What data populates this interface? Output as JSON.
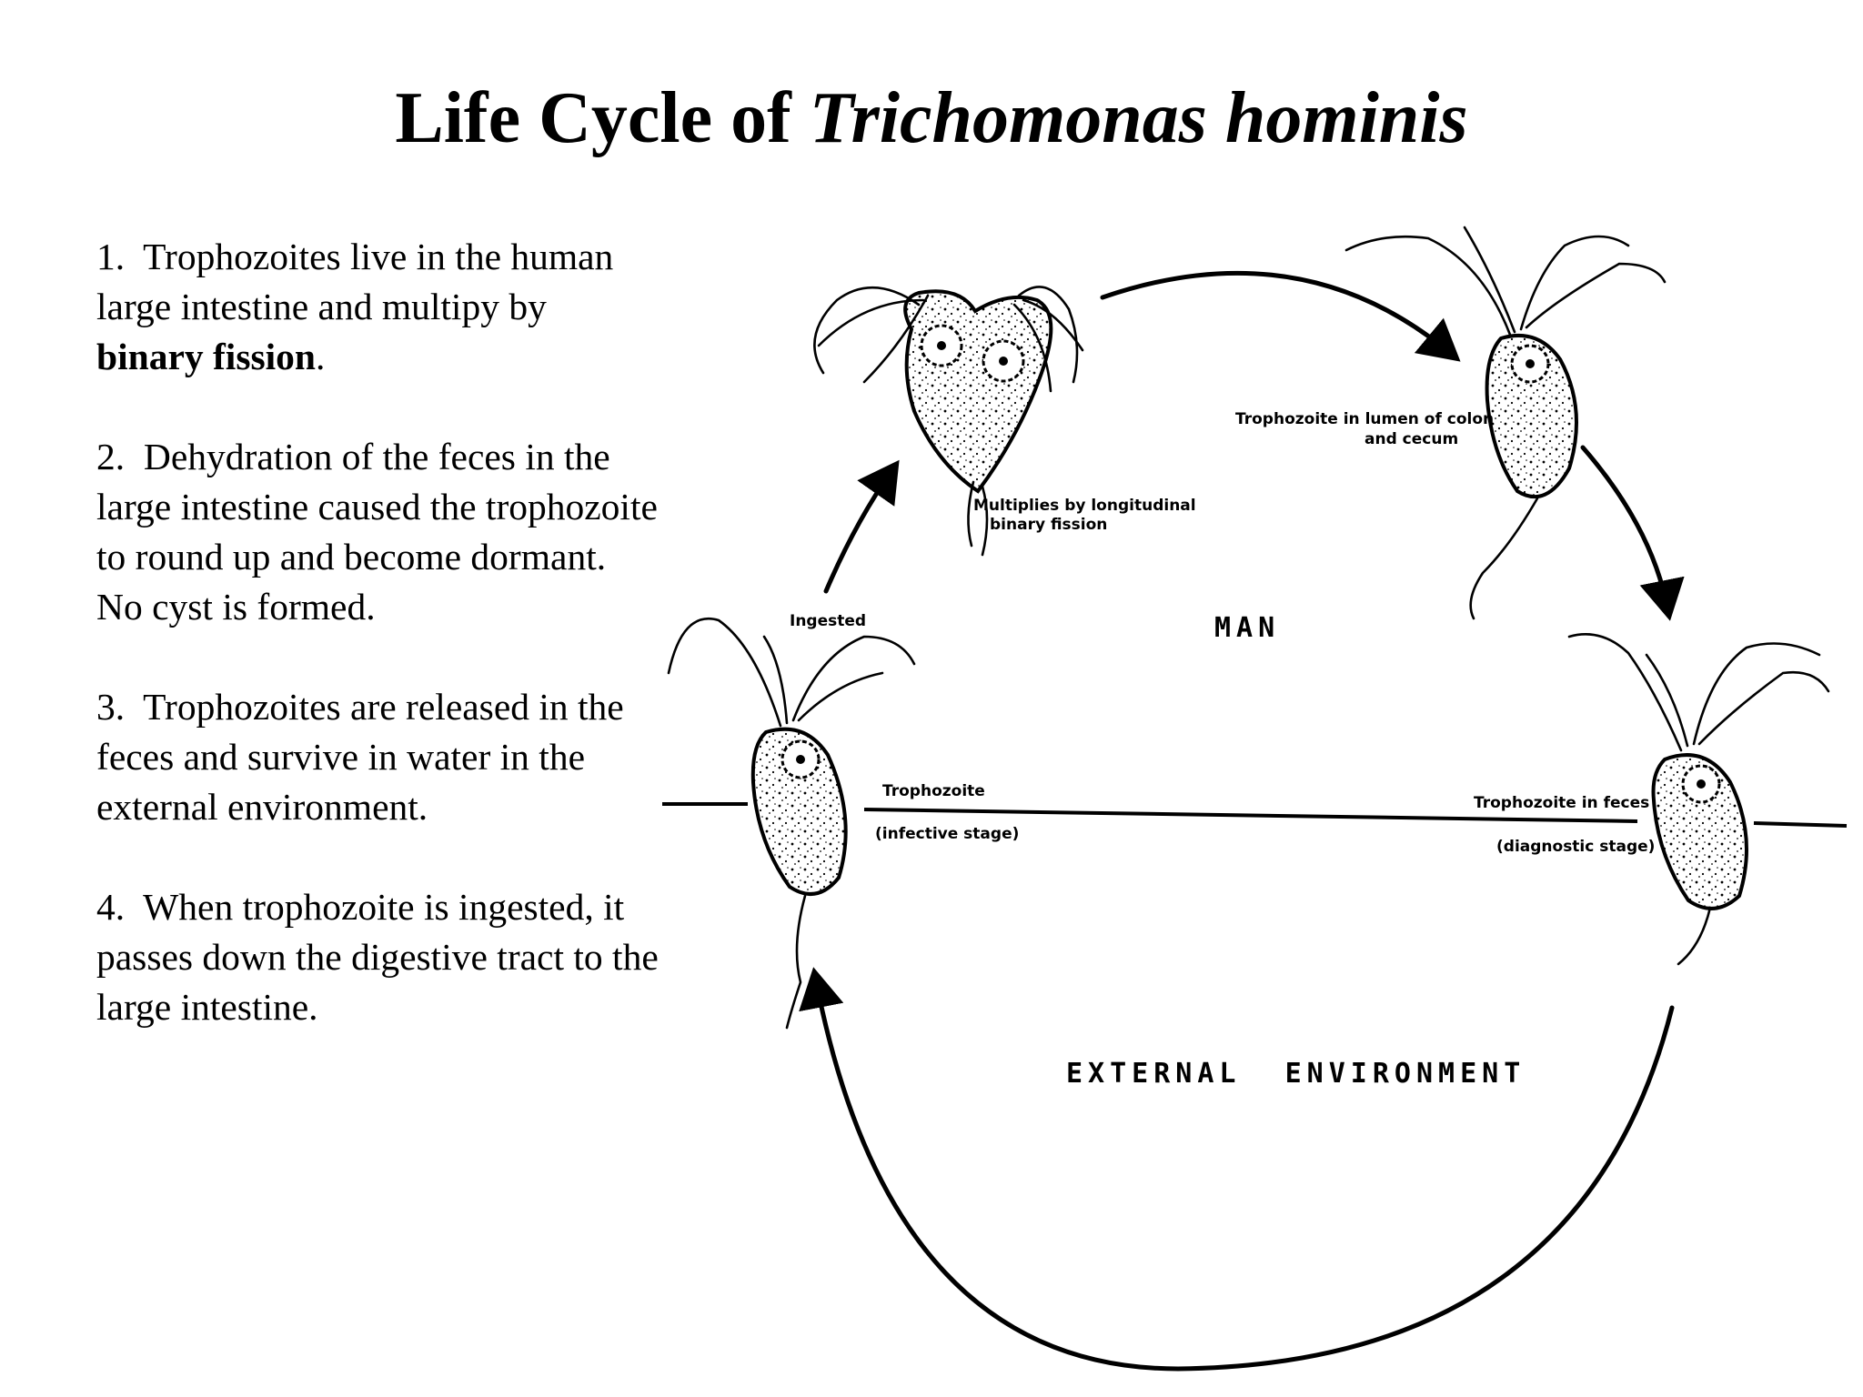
{
  "title": {
    "prefix": "Life Cycle of ",
    "species": "Trichomonas hominis"
  },
  "steps": [
    {
      "number": "1.",
      "text_before": "Trophozoites live in the human large intestine and multipy by ",
      "bold": "binary fission",
      "text_after": "."
    },
    {
      "number": "2.",
      "text": "Dehydration of the feces in the large intestine caused the trophozoite to round up and become dormant.  No  cyst is formed."
    },
    {
      "number": "3.",
      "text": "Trophozoites are released in the feces and survive in water in the external environment."
    },
    {
      "number": "4.",
      "text": "When trophozoite is ingested, it passes down the digestive tract to the large intestine."
    }
  ],
  "diagram": {
    "region_man": "MAN",
    "region_external": "EXTERNAL  ENVIRONMENT",
    "label_fission_1": "Multiplies by longitudinal",
    "label_fission_2": "binary fission",
    "label_lumen_1": "Trophozoite in lumen of colon",
    "label_lumen_2": "and cecum",
    "label_feces_1": "Trophozoite in feces",
    "label_feces_2": "(diagnostic stage)",
    "label_infective_1": "Trophozoite",
    "label_infective_2": "(infective stage)",
    "label_ingested": "Ingested"
  }
}
